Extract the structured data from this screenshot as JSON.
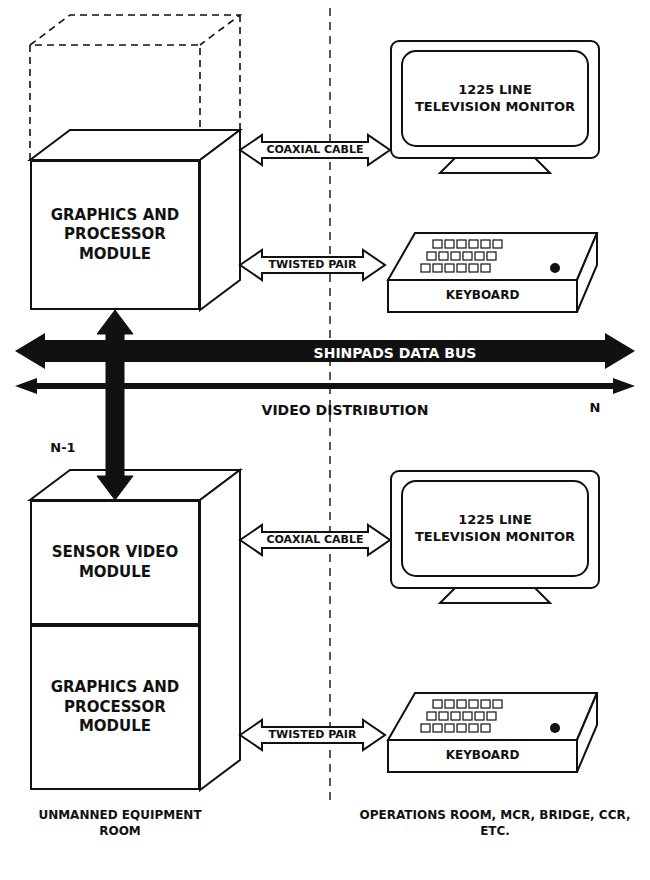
{
  "diagram": {
    "nodes": [
      {
        "text": [
          "GRAPHICS AND PROCESSOR MODULE"
        ]
      },
      {
        "text": [
          "1225 LINE TELEVISION MONITOR"
        ]
      },
      {
        "text": [
          "KEYBOARD"
        ]
      },
      {
        "text": [
          "SHINPADS DATA BUS"
        ]
      },
      {
        "text": [
          "VIDEO DISTRIBUTION"
        ]
      },
      {
        "text": [
          "SENSOR VIDEO MODULE"
        ]
      },
      {
        "text": [
          "GRAPHICS AND PROCESSOR MODULE"
        ]
      },
      {
        "text": [
          "1225 LINE TELEVISION MONITOR"
        ]
      },
      {
        "text": [
          "KEYBOARD"
        ]
      }
    ],
    "edges": [
      {
        "from": 0,
        "to": 1,
        "label": "COAXIAL CABLE",
        "arrow": "both"
      },
      {
        "from": 0,
        "to": 2,
        "label": "TWISTED PAIR",
        "arrow": "both"
      },
      {
        "from": 0,
        "to": 5,
        "arrow": "both"
      },
      {
        "from": 5,
        "to": 7,
        "label": "COAXIAL CABLE",
        "arrow": "both"
      },
      {
        "from": 6,
        "to": 8,
        "label": "TWISTED PAIR",
        "arrow": "both"
      }
    ],
    "labels": [
      "UNMANNED EQUIPMENT ROOM",
      "OPERATIONS ROOM, MCR, BRIDGE, CCR, ETC.",
      "N-1",
      "N"
    ]
  }
}
